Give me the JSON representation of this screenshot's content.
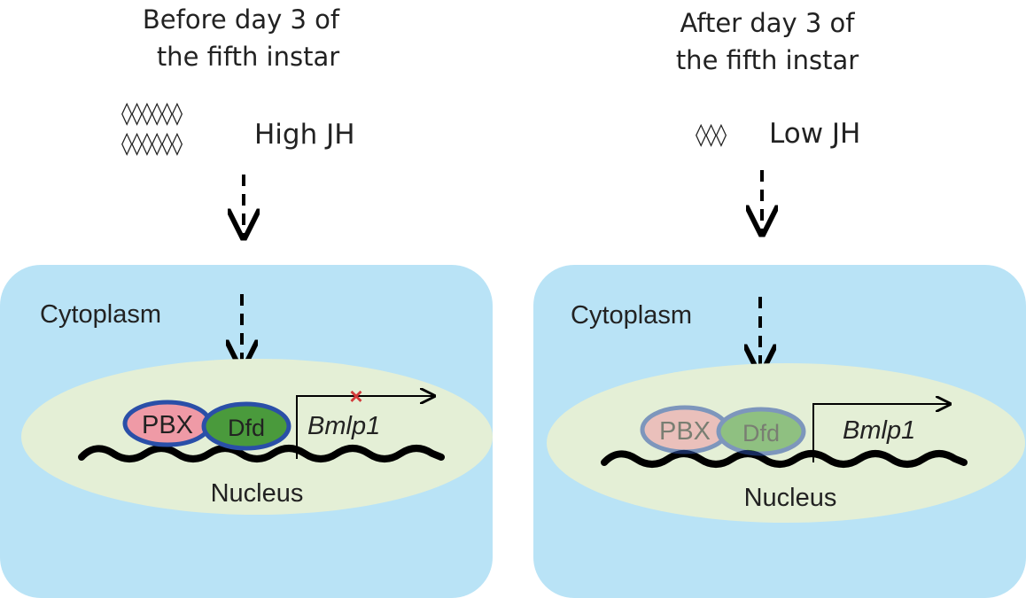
{
  "left_panel": {
    "heading_line1": "Before day 3 of",
    "heading_line2": "the fifth instar",
    "jh_label": "High JH",
    "jh_row1": "◊◊◊◊◊◊",
    "jh_row2": "◊◊◊◊◊◊",
    "cytoplasm_label": "Cytoplasm",
    "nucleus_label": "Nucleus",
    "pbx_label": "PBX",
    "dfd_label": "Dfd",
    "gene_label": "Bmlp1"
  },
  "right_panel": {
    "heading_line1": "After day 3 of",
    "heading_line2": "the fifth instar",
    "jh_label": "Low JH",
    "jh_row1": "◊◊◊",
    "cytoplasm_label": "Cytoplasm",
    "nucleus_label": "Nucleus",
    "pbx_label": "PBX",
    "dfd_label": "Dfd",
    "gene_label": "Bmlp1"
  },
  "colors": {
    "cytoplasm": "#b9e3f6",
    "nucleus": "#e4efd6",
    "pbx_fill": "#ef9aa6",
    "dfd_fill": "#4a9a3c",
    "complex_outline": "#2a4fa8",
    "inhibition_mark": "#d23a3a"
  }
}
